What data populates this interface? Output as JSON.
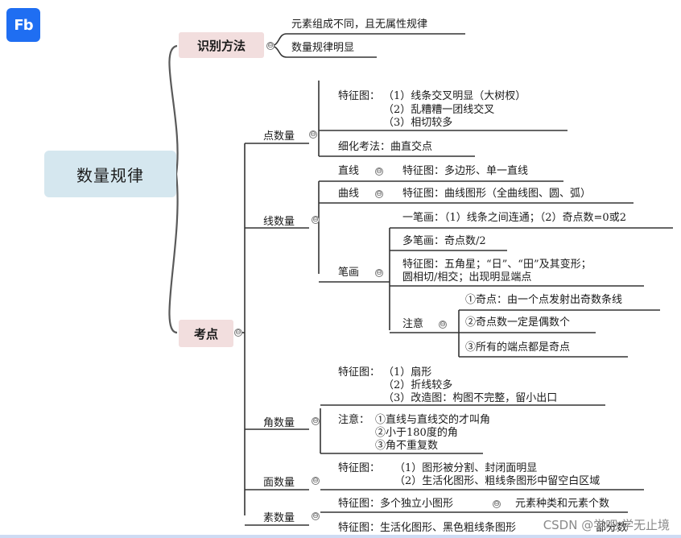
{
  "logo": "Fb",
  "root": "数量规律",
  "branch1": {
    "label": "识别方法",
    "items": [
      "元素组成不同，且无属性规律",
      "数量规律明显"
    ]
  },
  "branch2": {
    "label": "考点"
  },
  "point": {
    "label": "点数量",
    "feature_title": "特征图：",
    "features": [
      "（1）线条交叉明显（大树杈）",
      "（2）乱糟糟一团线交叉",
      "（3）相切较多"
    ],
    "detail": "细化考法：曲直交点"
  },
  "line": {
    "label": "线数量",
    "straight": {
      "label": "直线",
      "text": "特征图：多边形、单一直线"
    },
    "curve": {
      "label": "曲线",
      "text": "特征图：曲线图形（全曲线图、圆、弧）"
    },
    "stroke": {
      "label": "笔画",
      "one": "一笔画：（1）线条之间连通；（2）奇点数=0或2",
      "multi": "多笔画：奇点数/2",
      "feature1": "特征图：五角星；“日”、“田”及其变形；",
      "feature2": "圆相切/相交；出现明显端点",
      "note_label": "注意",
      "notes": [
        "①奇点：由一个点发射出奇数条线",
        "②奇点数一定是偶数个",
        "③所有的端点都是奇点"
      ]
    }
  },
  "angle": {
    "label": "角数量",
    "feature_title": "特征图：",
    "features": [
      "（1）扇形",
      "（2）折线较多",
      "（3）改造图：构图不完整，留小出口"
    ],
    "note_title": "注意：",
    "notes": [
      "①直线与直线交的才叫角",
      "②小于180度的角",
      "③角不重复数"
    ]
  },
  "face": {
    "label": "面数量",
    "feature_title": "特征图：",
    "features": [
      "（1）图形被分割、封闭面明显",
      "（2）生活化图形、粗线条图形中留空白区域"
    ]
  },
  "element": {
    "label": "素数量",
    "row1": "特征图：多个独立小图形",
    "row1_right": "元素种类和元素个数",
    "row2": "特征图：生活化图形、黑色粗线条图形",
    "row2_right": "部分数"
  },
  "watermark": "CSDN @学吧 学无止境",
  "toggle_symbol": "⊖"
}
